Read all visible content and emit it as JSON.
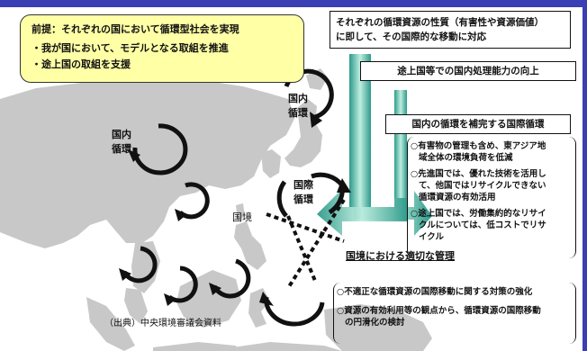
{
  "premise": {
    "title": "前提：それぞれの国において循環型社会を実現",
    "bullets": [
      "・我が国において、モデルとなる取組を推進",
      "・途上国の取組を支援"
    ]
  },
  "header_box": {
    "line1": "それぞれの循環資源の性質（有害性や資源価値）",
    "line2": "に即して、その国際的な移動に対応"
  },
  "capacity_box": "途上国等での国内処理能力の向上",
  "complement_box": "国内の循環を補完する国際循環",
  "complement_items": [
    [
      "○有害物の管理も含め、東アジア地",
      "域全体の環境負荷を低減"
    ],
    [
      "○先進国では、優れた技術を活用し",
      "て、他国ではリサイクルできない",
      "循環資源の有効活用"
    ],
    [
      "○途上国では、労働集約的なリサイ",
      "クルについては、低コストでリサ",
      "イクル"
    ]
  ],
  "cycle_labels": {
    "domestic_japan": [
      "国内",
      "循環"
    ],
    "domestic_china": [
      "国内",
      "循環"
    ],
    "international": [
      "国際",
      "循環"
    ]
  },
  "border_label": "国境",
  "border_management": "国境における適切な管理",
  "bottom_items": [
    [
      "○不適正な循環資源の国際移動に関する対策の強化"
    ],
    [
      "○資源の有効利用等の観点から、循環資源の国際移動",
      "の円滑化の検討"
    ]
  ],
  "source": "（出典）中央環境審議会資料",
  "colors": {
    "sea": "#ffffff",
    "land": "#c8c8c8",
    "accent_bar": "#3a3fb4",
    "premise_fill": "#ffffa6",
    "arrow_green_dark": "#2d9a8a",
    "arrow_green_light": "#e8f7f2"
  }
}
